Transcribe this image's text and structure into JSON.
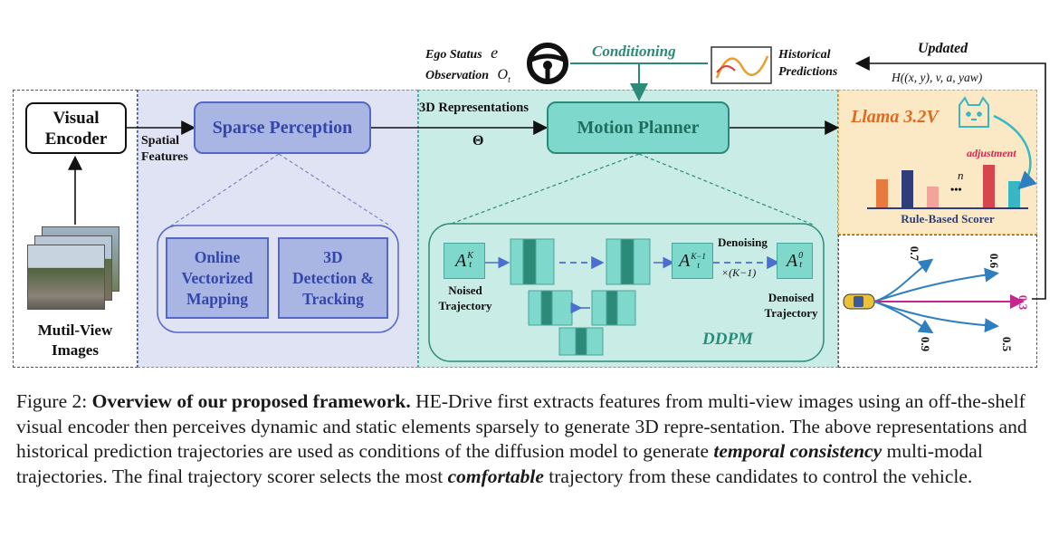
{
  "figure": {
    "ego_status_label": "Ego Status",
    "ego_status_symbol": "e",
    "observation_label": "Observation",
    "observation_symbol": "O",
    "observation_subscript": "t",
    "conditioning_label": "Conditioning",
    "historical_predictions_line1": "Historical",
    "historical_predictions_line2": "Predictions",
    "updated_label": "Updated",
    "updated_formula": "H((x, y), v, a, yaw)",
    "visual_encoder_line1": "Visual",
    "visual_encoder_line2": "Encoder",
    "spatial_features_line1": "Spatial",
    "spatial_features_line2": "Features",
    "sparse_perception_label": "Sparse Perception",
    "online_mapping_line1": "Online",
    "online_mapping_line2": "Vectorized",
    "online_mapping_line3": "Mapping",
    "detection_line1": "3D",
    "detection_line2": "Detection &",
    "detection_line3": "Tracking",
    "multiview_line1": "Mutil-View",
    "multiview_line2": "Images",
    "representations_label": "3D Representations",
    "theta_symbol": "Θ",
    "motion_planner_label": "Motion Planner",
    "noised_label_line1": "Noised",
    "noised_label_line2": "Trajectory",
    "denoising_label": "Denoising",
    "denoising_times": "×(K−1)",
    "denoised_label_line1": "Denoised",
    "denoised_label_line2": "Trajectory",
    "a_k": "A",
    "a_k_sup": "K",
    "a_k_sub": "t",
    "a_k1_sup": "K−1",
    "a_0_sup": "0",
    "ddpm_label": "DDPM",
    "llama_label": "Llama 3.2V",
    "adjustment_label": "adjustment",
    "n_label": "n",
    "dots_label": "•••",
    "rule_scorer_label": "Rule-Based Scorer",
    "scores": [
      "0.7",
      "0.6",
      "0.3",
      "0.9",
      "0.5"
    ]
  },
  "caption": {
    "figure_num": "Figure 2:",
    "bold_title": "Overview of our proposed framework.",
    "text1": " HE-Drive first extracts features from multi-view images using an off-the-shelf visual encoder then perceives dynamic and static elements sparsely to generate 3D repre-sentation. The above representations and historical prediction trajectories are used as conditions of the diffusion model to generate ",
    "emph1": "temporal consistency",
    "text2": " multi-modal trajectories. The final trajectory scorer selects the most ",
    "emph2": "comfortable",
    "text3": "  trajectory from these candidates to control the vehicle."
  },
  "colors": {
    "perception_bg": "#dfe3f4",
    "planner_bg": "#c9ece7",
    "scorer_bg": "#fbe9c6",
    "teal_dark": "#2c8a78",
    "box_blue": "#a9b5e3",
    "box_teal": "#7fd8cc",
    "bar_orange": "#e77b3f",
    "bar_navy": "#2f3e78",
    "bar_pink": "#f2a39b",
    "bar_red": "#d8464d",
    "bar_teal": "#38b6c4"
  }
}
